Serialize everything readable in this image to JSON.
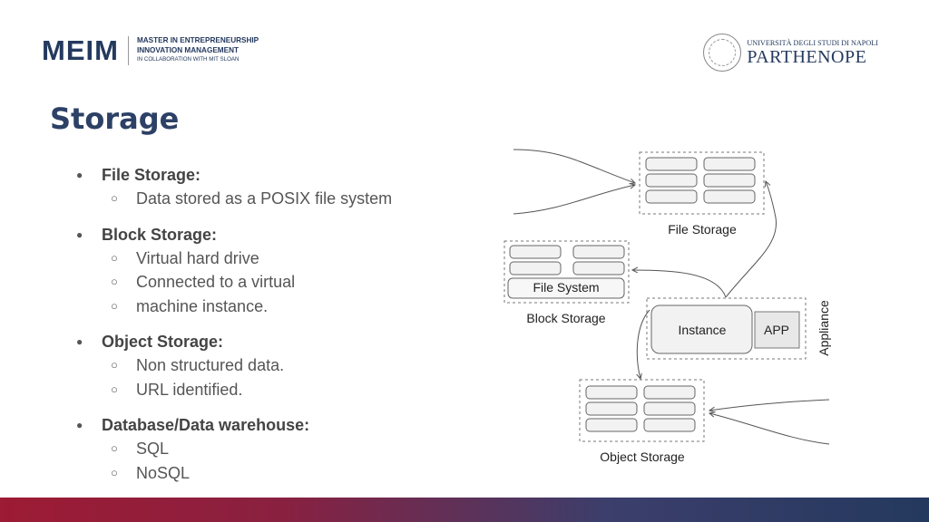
{
  "header": {
    "meim_logo": "MEIM",
    "meim_line1": "MASTER IN ENTREPRENEURSHIP",
    "meim_line2": "INNOVATION MANAGEMENT",
    "meim_line3": "IN COLLABORATION WITH MIT SLOAN",
    "university_small": "UNIVERSITÀ DEGLI STUDI DI NAPOLI",
    "university_big": "PARTHENOPE"
  },
  "title": "Storage",
  "bullets": [
    {
      "heading": "File Storage:",
      "subs": [
        "Data stored as a POSIX file system"
      ]
    },
    {
      "heading": "Block Storage:",
      "subs": [
        "Virtual hard drive",
        "Connected to a virtual",
        "machine instance."
      ]
    },
    {
      "heading": "Object Storage:",
      "subs": [
        "Non structured data.",
        "URL identified."
      ]
    },
    {
      "heading": "Database/Data warehouse:",
      "subs": [
        "SQL",
        "NoSQL"
      ]
    }
  ],
  "diagram": {
    "file_storage_label": "File Storage",
    "block_storage_label": "Block Storage",
    "file_system_label": "File System",
    "instance_label": "Instance",
    "app_label": "APP",
    "appliance_label": "Appliance",
    "object_storage_label": "Object Storage"
  },
  "colors": {
    "title": "#2d4066",
    "brand_navy": "#24395e",
    "brand_red": "#9d1b34"
  }
}
